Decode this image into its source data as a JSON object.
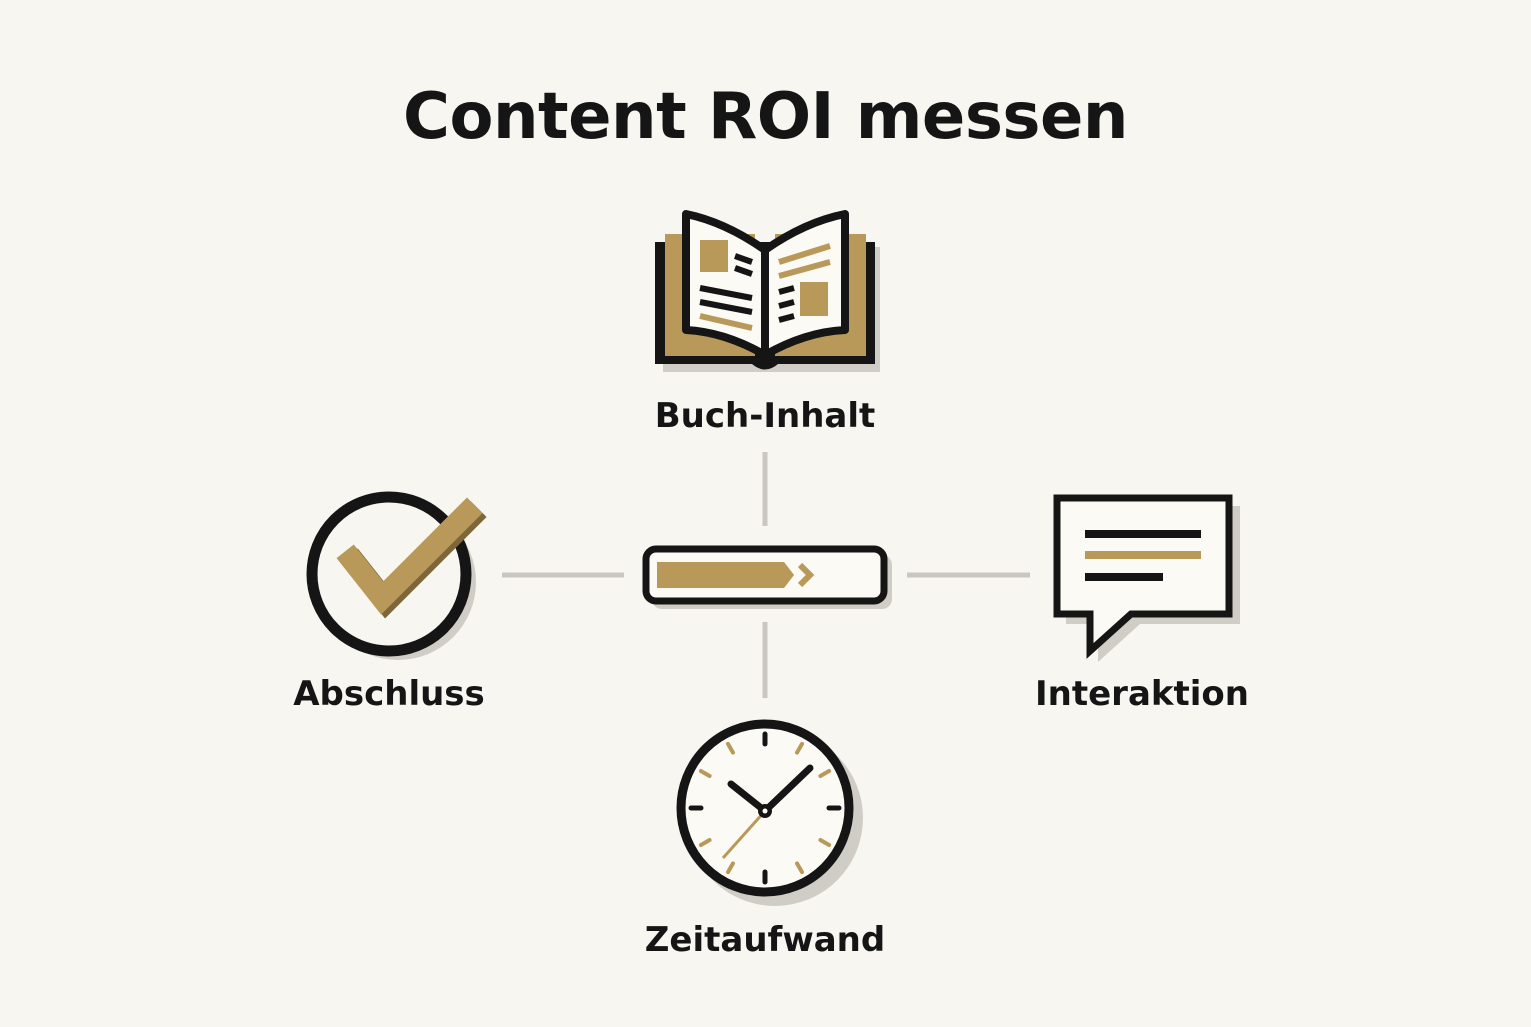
{
  "title": "Content ROI messen",
  "nodes": {
    "top": {
      "label": "Buch-Inhalt",
      "icon": "open-book-icon"
    },
    "left": {
      "label": "Abschluss",
      "icon": "checkmark-circle-icon"
    },
    "right": {
      "label": "Interaktion",
      "icon": "speech-bubble-icon"
    },
    "bottom": {
      "label": "Zeitaufwand",
      "icon": "clock-icon"
    },
    "center": {
      "icon": "progress-bar-icon",
      "progress": 0.77
    }
  },
  "colors": {
    "background": "#f7f6f1",
    "ink": "#151515",
    "gold": "#b8995a",
    "shadow": "#cfcdc5",
    "connector": "#c9c7bf",
    "paper": "#fbfaf5"
  }
}
